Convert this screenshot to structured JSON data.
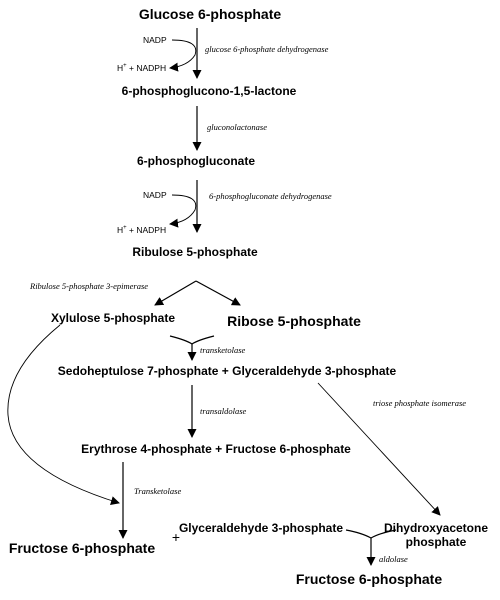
{
  "molecules": {
    "glucose6p": "Glucose 6-phosphate",
    "lactone": "6-phosphoglucono-1,5-lactone",
    "gluconate": "6-phosphogluconate",
    "ribulose5p": "Ribulose 5-phosphate",
    "xylulose5p": "Xylulose 5-phosphate",
    "ribose5p": "Ribose 5-phosphate",
    "sedoheptulose_g3p": "Sedoheptulose 7-phosphate + Glyceraldehyde 3-phosphate",
    "erythrose_f6p": "Erythrose 4-phosphate + Fructose 6-phosphate",
    "fructose6p_left": "Fructose 6-phosphate",
    "plus": "+",
    "g3p": "Glyceraldehyde 3-phosphate",
    "dhap_line1": "Dihydroxyacetone",
    "dhap_line2": "phosphate",
    "fructose6p_bottom": "Fructose 6-phosphate"
  },
  "enzymes": {
    "g6pd": "glucose 6-phosphate dehydrogenase",
    "lactonase": "gluconolactonase",
    "pgd": "6-phosphogluconate dehydrogenase",
    "epimerase": "Ribulose 5-phosphate 3-epimerase",
    "transketolase1": "transketolase",
    "transaldolase": "transaldolase",
    "tpi": "triose phosphate isomerase",
    "transketolase2": "Transketolase",
    "aldolase": "aldolase"
  },
  "cofactors": {
    "nadp1": "NADP",
    "h1": "H",
    "plus1": "+",
    "nadph1": " + NADPH",
    "nadp2": "NADP",
    "h2": "H",
    "plus2": "+",
    "nadph2": " + NADPH"
  }
}
